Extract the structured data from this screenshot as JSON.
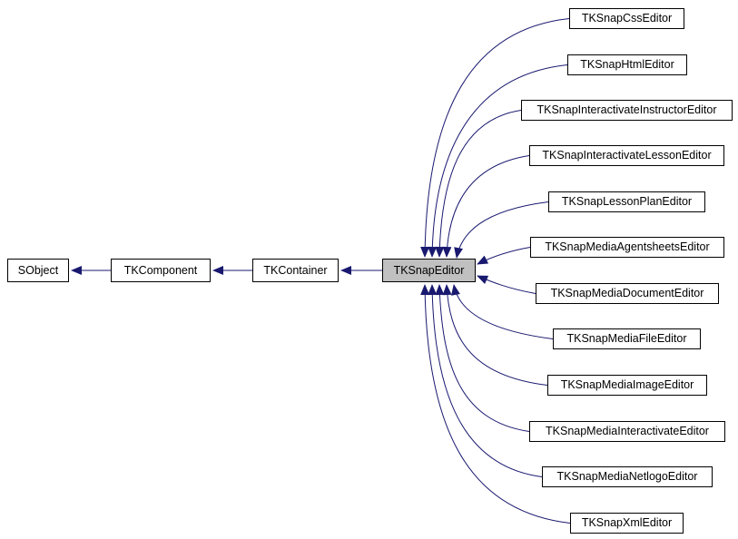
{
  "diagram": {
    "type": "class-inheritance-graph",
    "chain": [
      {
        "label": "SObject"
      },
      {
        "label": "TKComponent"
      },
      {
        "label": "TKContainer"
      }
    ],
    "focus": {
      "label": "TKSnapEditor"
    },
    "derived": [
      {
        "label": "TKSnapCssEditor"
      },
      {
        "label": "TKSnapHtmlEditor"
      },
      {
        "label": "TKSnapInteractivateInstructorEditor"
      },
      {
        "label": "TKSnapInteractivateLessonEditor"
      },
      {
        "label": "TKSnapLessonPlanEditor"
      },
      {
        "label": "TKSnapMediaAgentsheetsEditor"
      },
      {
        "label": "TKSnapMediaDocumentEditor"
      },
      {
        "label": "TKSnapMediaFileEditor"
      },
      {
        "label": "TKSnapMediaImageEditor"
      },
      {
        "label": "TKSnapMediaInteractivateEditor"
      },
      {
        "label": "TKSnapMediaNetlogoEditor"
      },
      {
        "label": "TKSnapXmlEditor"
      }
    ],
    "colors": {
      "edge": "#191970",
      "focus_fill": "#c0c0c0",
      "box_border": "#000000",
      "text": "#000000",
      "background": "#ffffff"
    }
  }
}
